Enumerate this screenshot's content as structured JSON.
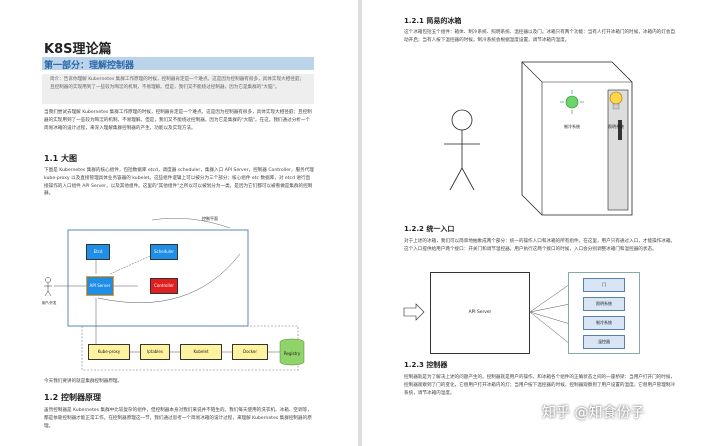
{
  "left_page": {
    "title": "K8S理论篇",
    "part_title": "第一部分：理解控制器",
    "summary": "简介：告诉你理解 Kubernetes 集群工作原理的时候，控制器肯定是一个难点。这是因为控制器有很多，具体实现大相径庭；且控制器的实现用到了一些较为晦涩的机制，不易理解。但是，我们又不能绕过控制器，因为它是集群的\"大脑\"。",
    "intro": "当我们尝试去理解 Kubernetes 集群工作原理的时候，控制器肯定是一个难点。这是因为控制器有很多，具体实现大相径庭；且控制器的实现用到了一些较为晦涩的机制，不易理解。但是，我们又不能绕过控制器，因为它是集群的\"大脑\"。在这，我们通过分析一个简易冰箱的设计过程，来深入理解集群控制器的产生，功能以及实现方法。",
    "section_overview": "1.1 大图",
    "overview_text": "下图是 Kubernetes 集群的核心组件，包括数据库 etcd，调度器 scheduler，集群入口 API Server，控制器 Controller，服务代理 kube-proxy 以及直接管理具体业务容器的 kubelet。这些组件逻辑上可以被分为三个部分：核心组件 etc 数据库，对 etcd 进行直接操作的入口组件 API Server，以及其他组件。这里的\"其他组件\"之所以可以被划分为一类，是因为它们都可以被看做是集群的控制器。",
    "diagram": {
      "top_label": "控制平面",
      "user_label": "用户/开发",
      "etcd": "Etcd",
      "scheduler": "Scheduler",
      "api_server": "API Server",
      "controller": "Controller",
      "kube_proxy": "Kube-proxy",
      "iptables": "Iptables",
      "kubelet": "Kubelet",
      "docker": "Docker",
      "registry": "Registry"
    },
    "after_diagram": "今天我们要讲的就是集群控制器原理。",
    "section_principle": "1.2 控制器原理",
    "principle_text": "虽然控制器是 Kubernetes 集群中比较复杂的组件，但控制器本身对我们来说并不陌生的。我们每天使用的洗衣机、冰箱、空调等，都是依靠控制器才能正常工作。在控制器原理这一节，我们通过思考一个简易冰箱的设计过程，来理解 Kubernetes 集群控制器的原理。"
  },
  "right_page": {
    "section_fridge": "1.2.1 简易的冰箱",
    "fridge_text": "这个冰箱包括五个组件：箱体、制冷系统、照明系统、温控器以及门。冰箱只有两个功能：当有人打开冰箱门的时候，冰箱内的灯会自动开启；当有人按下温控器的时候，制冷系统会根据温度设置，调节冰箱内温度。",
    "cooling_label": "制冷系统",
    "lighting_label": "照明系统",
    "section_entry": "1.2.2 统一入口",
    "entry_text": "对于上述的冰箱，我们可以简单地抽象成两个部分：统一的操作入口和冰箱的所有组件。在这里，用户只有通过入口，才能操作冰箱。这个入口提供给用户两个接口：开关门和调节温控器。用户执行这两个接口的时候，入口会分别调整冰箱门和温控器的状态。",
    "api_label": "API Server",
    "components": [
      "门",
      "照明系统",
      "制冷系统",
      "温控器"
    ],
    "section_controller": "1.2.3 控制器",
    "controller_text": "控制器就是为了解决上述的问题产生的。控制器就是用户的操作，和冰箱各个组件的正确状态之间的一座桥梁：当用户打开门的时候，控制器观察到了门的变化，它替用户打开冰箱内的灯；当用户按下温控器的时候，控制器观察到了用户设置的温度，它替用户管理制冷系统，调节冰箱内温度。",
    "watermark": "知乎 @知食份子"
  }
}
